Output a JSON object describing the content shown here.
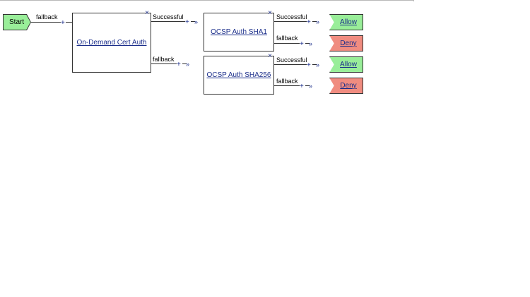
{
  "start": {
    "label": "Start"
  },
  "nodes": {
    "ondemand": {
      "label": "On-Demand Cert Auth"
    },
    "sha1": {
      "label": "OCSP Auth SHA1"
    },
    "sha256": {
      "label": "OCSP Auth SHA256"
    }
  },
  "terminals": {
    "allow1": {
      "label": "Allow"
    },
    "deny1": {
      "label": "Deny"
    },
    "allow2": {
      "label": "Allow"
    },
    "deny2": {
      "label": "Deny"
    }
  },
  "edges": {
    "start_fallback": "fallback",
    "od_successful": "Successful",
    "od_fallback": "fallback",
    "sha1_successful": "Successful",
    "sha1_fallback": "fallback",
    "sha256_successful": "Successful",
    "sha256_fallback": "fallback"
  },
  "icons": {
    "close": "×",
    "plus": "+",
    "arrow": "→»"
  },
  "colors": {
    "allow": "#99ee99",
    "deny": "#f08c80",
    "start": "#99ee99",
    "link": "#1a2d8a"
  }
}
